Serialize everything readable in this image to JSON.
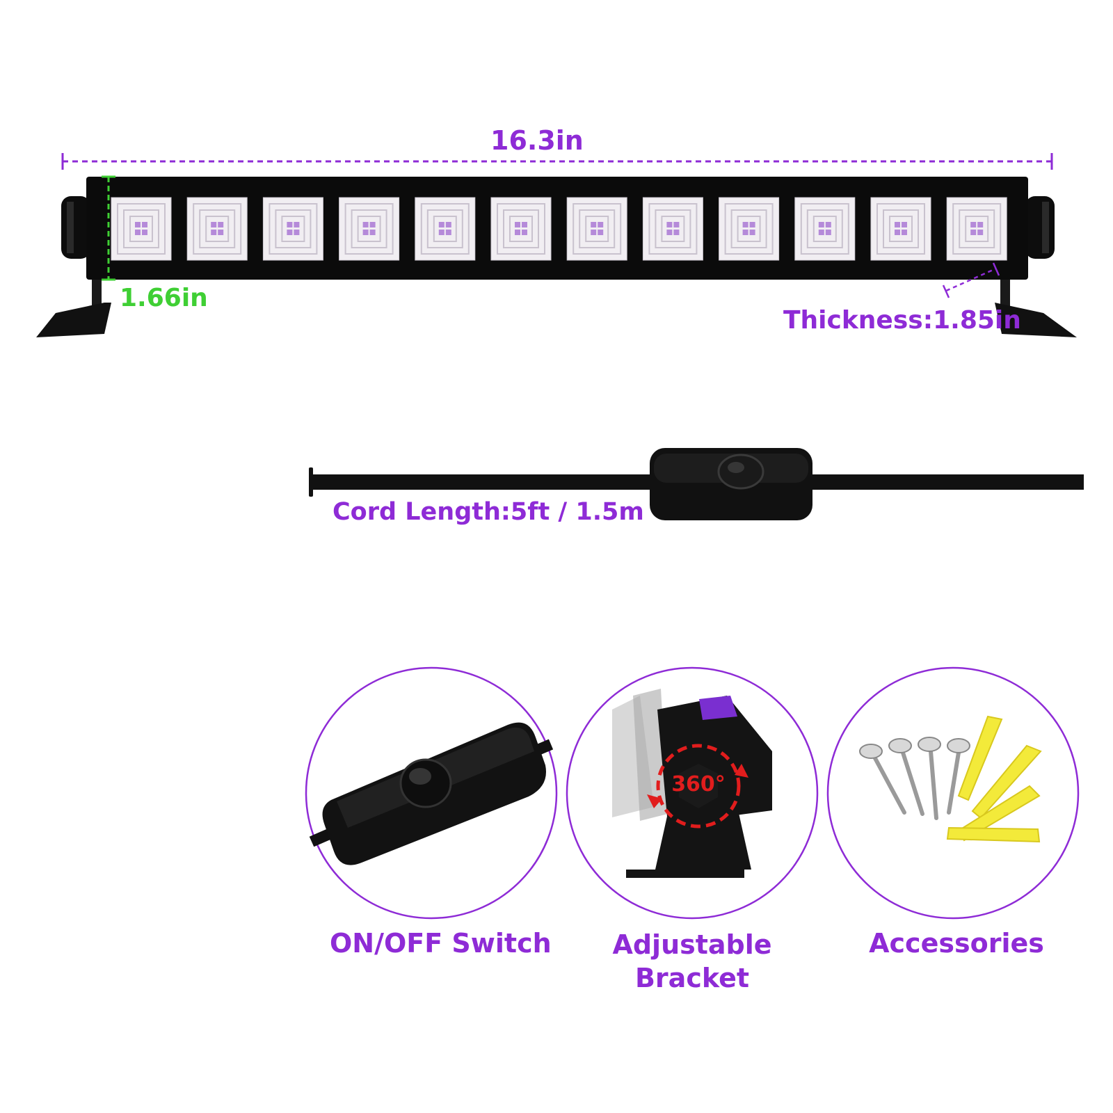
{
  "dimensions": {
    "length": "16.3in",
    "height": "1.66in",
    "thickness": "Thickness:1.85in",
    "cord": "Cord Length:5ft / 1.5m"
  },
  "features": [
    {
      "label_line1": "ON/OFF Switch",
      "label_line2": ""
    },
    {
      "label_line1": "Adjustable",
      "label_line2": "Bracket",
      "badge": "360°"
    },
    {
      "label_line1": "Accessories",
      "label_line2": ""
    }
  ],
  "colors": {
    "accent_purple": "#8e2bd6",
    "accent_green": "#3fcf34",
    "rotation_red": "#e11d1d",
    "anchor_yellow": "#f3ea3a"
  },
  "led_count": 12
}
